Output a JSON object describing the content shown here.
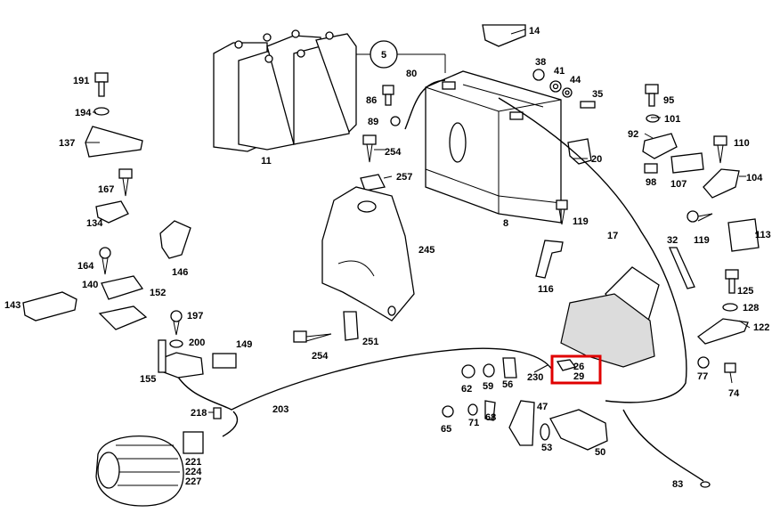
{
  "labels": {
    "l5": "5",
    "l11": "11",
    "l14": "14",
    "l38": "38",
    "l41": "41",
    "l44": "44",
    "l35": "35",
    "l80": "80",
    "l86": "86",
    "l89": "89",
    "l254a": "254",
    "l257": "257",
    "l8": "8",
    "l20": "20",
    "l95": "95",
    "l101": "101",
    "l92": "92",
    "l98": "98",
    "l107": "107",
    "l110": "110",
    "l104": "104",
    "l191": "191",
    "l194": "194",
    "l137": "137",
    "l167": "167",
    "l134": "134",
    "l146": "146",
    "l164": "164",
    "l140": "140",
    "l152": "152",
    "l143": "143",
    "l245": "245",
    "l119a": "119",
    "l17": "17",
    "l116": "116",
    "l32": "32",
    "l119b": "119",
    "l113": "113",
    "l125": "125",
    "l128": "128",
    "l122": "122",
    "l197": "197",
    "l200": "200",
    "l149": "149",
    "l155": "155",
    "l254b": "254",
    "l251": "251",
    "l218": "218",
    "l203": "203",
    "l62": "62",
    "l59": "59",
    "l56": "56",
    "l230": "230",
    "l26": "26",
    "l29": "29",
    "l77": "77",
    "l74": "74",
    "l65": "65",
    "l71": "71",
    "l68": "68",
    "l47": "47",
    "l53": "53",
    "l50": "50",
    "l83": "83",
    "l221": "221",
    "l224": "224",
    "l227": "227"
  },
  "highlight": {
    "color": "#e00000"
  }
}
